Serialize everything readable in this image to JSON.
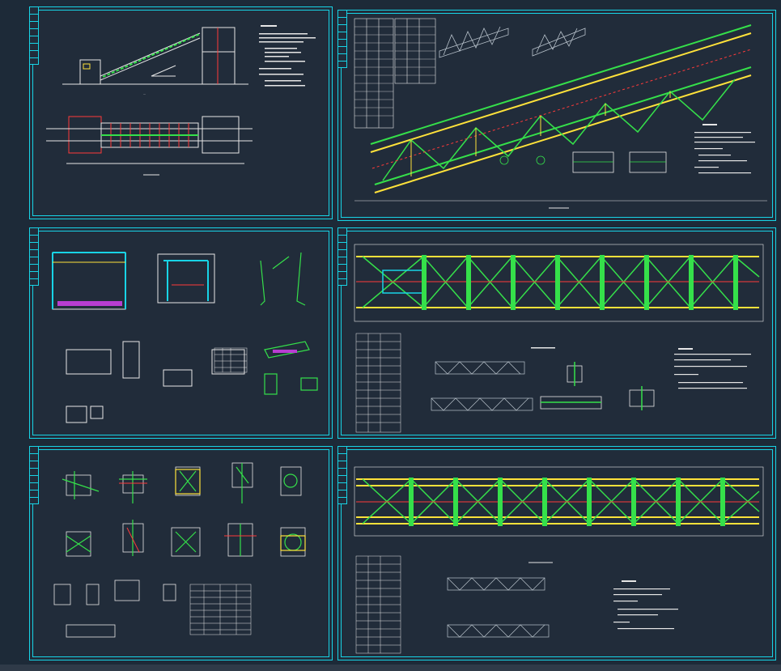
{
  "sheets": [
    {
      "id": "sheet-1",
      "content": "elevation-and-plan"
    },
    {
      "id": "sheet-2",
      "content": "inclined-truss"
    },
    {
      "id": "sheet-3",
      "content": "section-details"
    },
    {
      "id": "sheet-4",
      "content": "truss-plan-1"
    },
    {
      "id": "sheet-5",
      "content": "joint-details"
    },
    {
      "id": "sheet-6",
      "content": "truss-plan-2"
    }
  ],
  "colors": {
    "background": "#1d2a38",
    "frame": "#18d4e6",
    "truss_green": "#35e04a",
    "truss_yellow": "#ffe23a",
    "truss_red": "#ff3a3a",
    "line_white": "#e6e6e6"
  }
}
